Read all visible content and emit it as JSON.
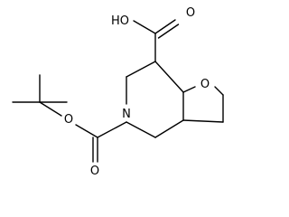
{
  "structure": {
    "atoms": {
      "acid_label": "HO",
      "acid_carbonyl_O": "O",
      "ring_O": "O",
      "ring_N": "N",
      "ester_O": "O",
      "ester_carbonyl_O": "O"
    },
    "colors": {
      "bond": "#000000",
      "text": "#000000",
      "background": "#ffffff"
    }
  }
}
